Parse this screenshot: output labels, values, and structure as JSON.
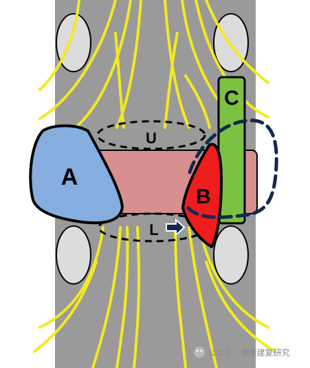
{
  "labels": {
    "a": "A",
    "b": "B",
    "c": "C",
    "u": "U",
    "l": "L"
  },
  "watermark": {
    "text": "公众号 · 港雨建复研究"
  },
  "colors": {
    "column": "#9a9a9a",
    "disc": "#dcdcdc",
    "nerve": "#f2ea20",
    "shape_a": "#86aede",
    "shape_b": "#ee1c1c",
    "shape_c": "#7dc142",
    "canal": "#d88f8f",
    "dashed_outline": "#102a4c",
    "stroke": "#000000"
  },
  "icons": {
    "arrow": "right-arrow-icon",
    "watermark": "wechat-icon"
  }
}
